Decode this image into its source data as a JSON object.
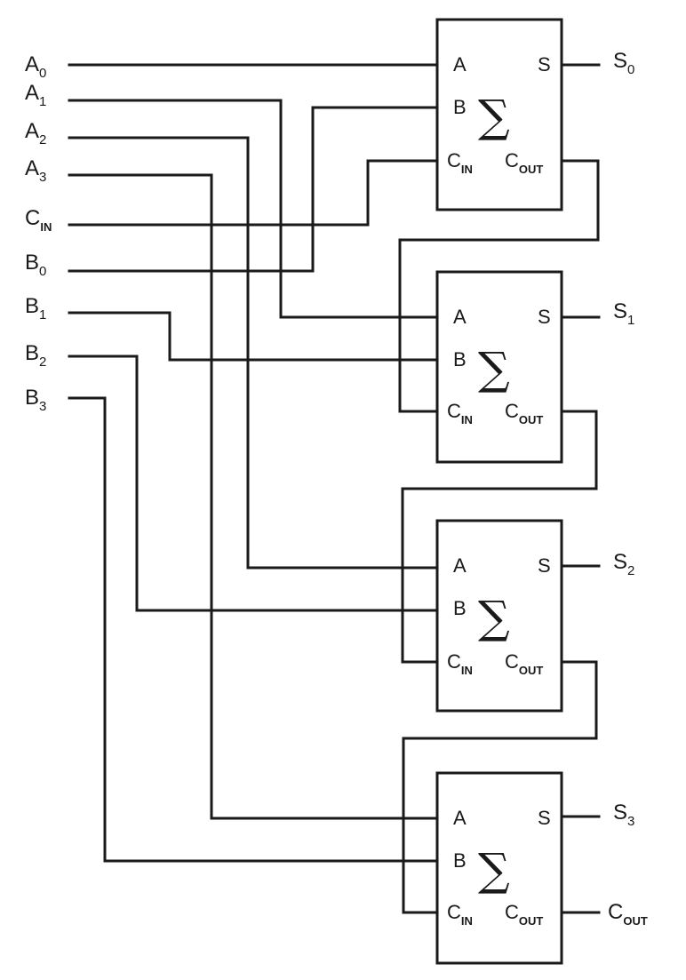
{
  "inputs": {
    "a0": {
      "main": "A",
      "sub": "0"
    },
    "a1": {
      "main": "A",
      "sub": "1"
    },
    "a2": {
      "main": "A",
      "sub": "2"
    },
    "a3": {
      "main": "A",
      "sub": "3"
    },
    "cin": {
      "main": "C",
      "sub": "IN"
    },
    "b0": {
      "main": "B",
      "sub": "0"
    },
    "b1": {
      "main": "B",
      "sub": "1"
    },
    "b2": {
      "main": "B",
      "sub": "2"
    },
    "b3": {
      "main": "B",
      "sub": "3"
    }
  },
  "adder": {
    "port_a": "A",
    "port_b": "B",
    "port_s": "S",
    "port_cin_main": "C",
    "port_cin_sub": "IN",
    "port_cout_main": "C",
    "port_cout_sub": "OUT",
    "symbol": "∑"
  },
  "outputs": {
    "s0": {
      "main": "S",
      "sub": "0"
    },
    "s1": {
      "main": "S",
      "sub": "1"
    },
    "s2": {
      "main": "S",
      "sub": "2"
    },
    "s3": {
      "main": "S",
      "sub": "3"
    },
    "cout": {
      "main": "C",
      "sub": "OUT"
    }
  }
}
